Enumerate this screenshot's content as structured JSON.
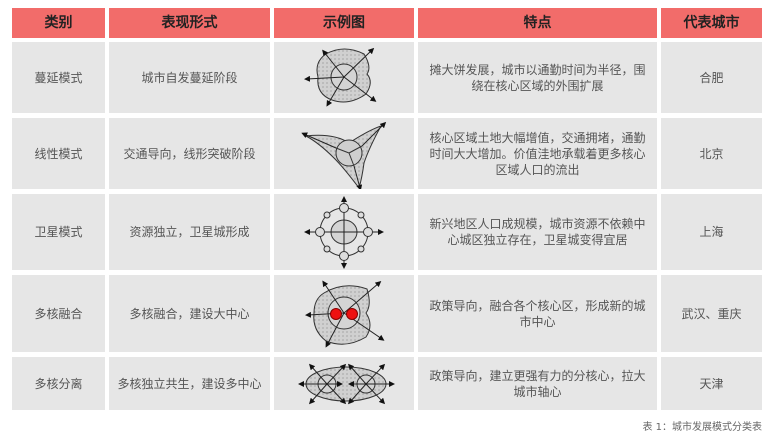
{
  "headers": [
    "类别",
    "表现形式",
    "示例图",
    "特点",
    "代表城市"
  ],
  "rows": [
    {
      "type": "蔓延模式",
      "form": "城市自发蔓延阶段",
      "diagram": "sprawl-diagram",
      "features": "摊大饼发展，城市以通勤时间为半径，围绕在核心区域的外围扩展",
      "city": "合肥"
    },
    {
      "type": "线性模式",
      "form": "交通导向，线形突破阶段",
      "diagram": "linear-diagram",
      "features": "核心区域土地大幅增值，交通拥堵，通勤时间大大增加。价值洼地承载着更多核心区域人口的流出",
      "city": "北京"
    },
    {
      "type": "卫星模式",
      "form": "资源独立，卫星城形成",
      "diagram": "satellite-diagram",
      "features": "新兴地区人口成规模，城市资源不依赖中心城区独立存在，卫星城变得宜居",
      "city": "上海"
    },
    {
      "type": "多核融合",
      "form": "多核融合，建设大中心",
      "diagram": "multi-core-merge-diagram",
      "features": "政策导向，融合各个核心区，形成新的城市中心",
      "city": "武汉、重庆"
    },
    {
      "type": "多核分离",
      "form": "多核独立共生，建设多中心",
      "diagram": "multi-core-separate-diagram",
      "features": "政策导向，建立更强有力的分核心，拉大城市轴心",
      "city": "天津"
    }
  ],
  "caption": "表 1：城市发展模式分类表",
  "colors": {
    "header": "#f26c6a",
    "cell": "#e6e6e6",
    "core": "#ee1111"
  }
}
